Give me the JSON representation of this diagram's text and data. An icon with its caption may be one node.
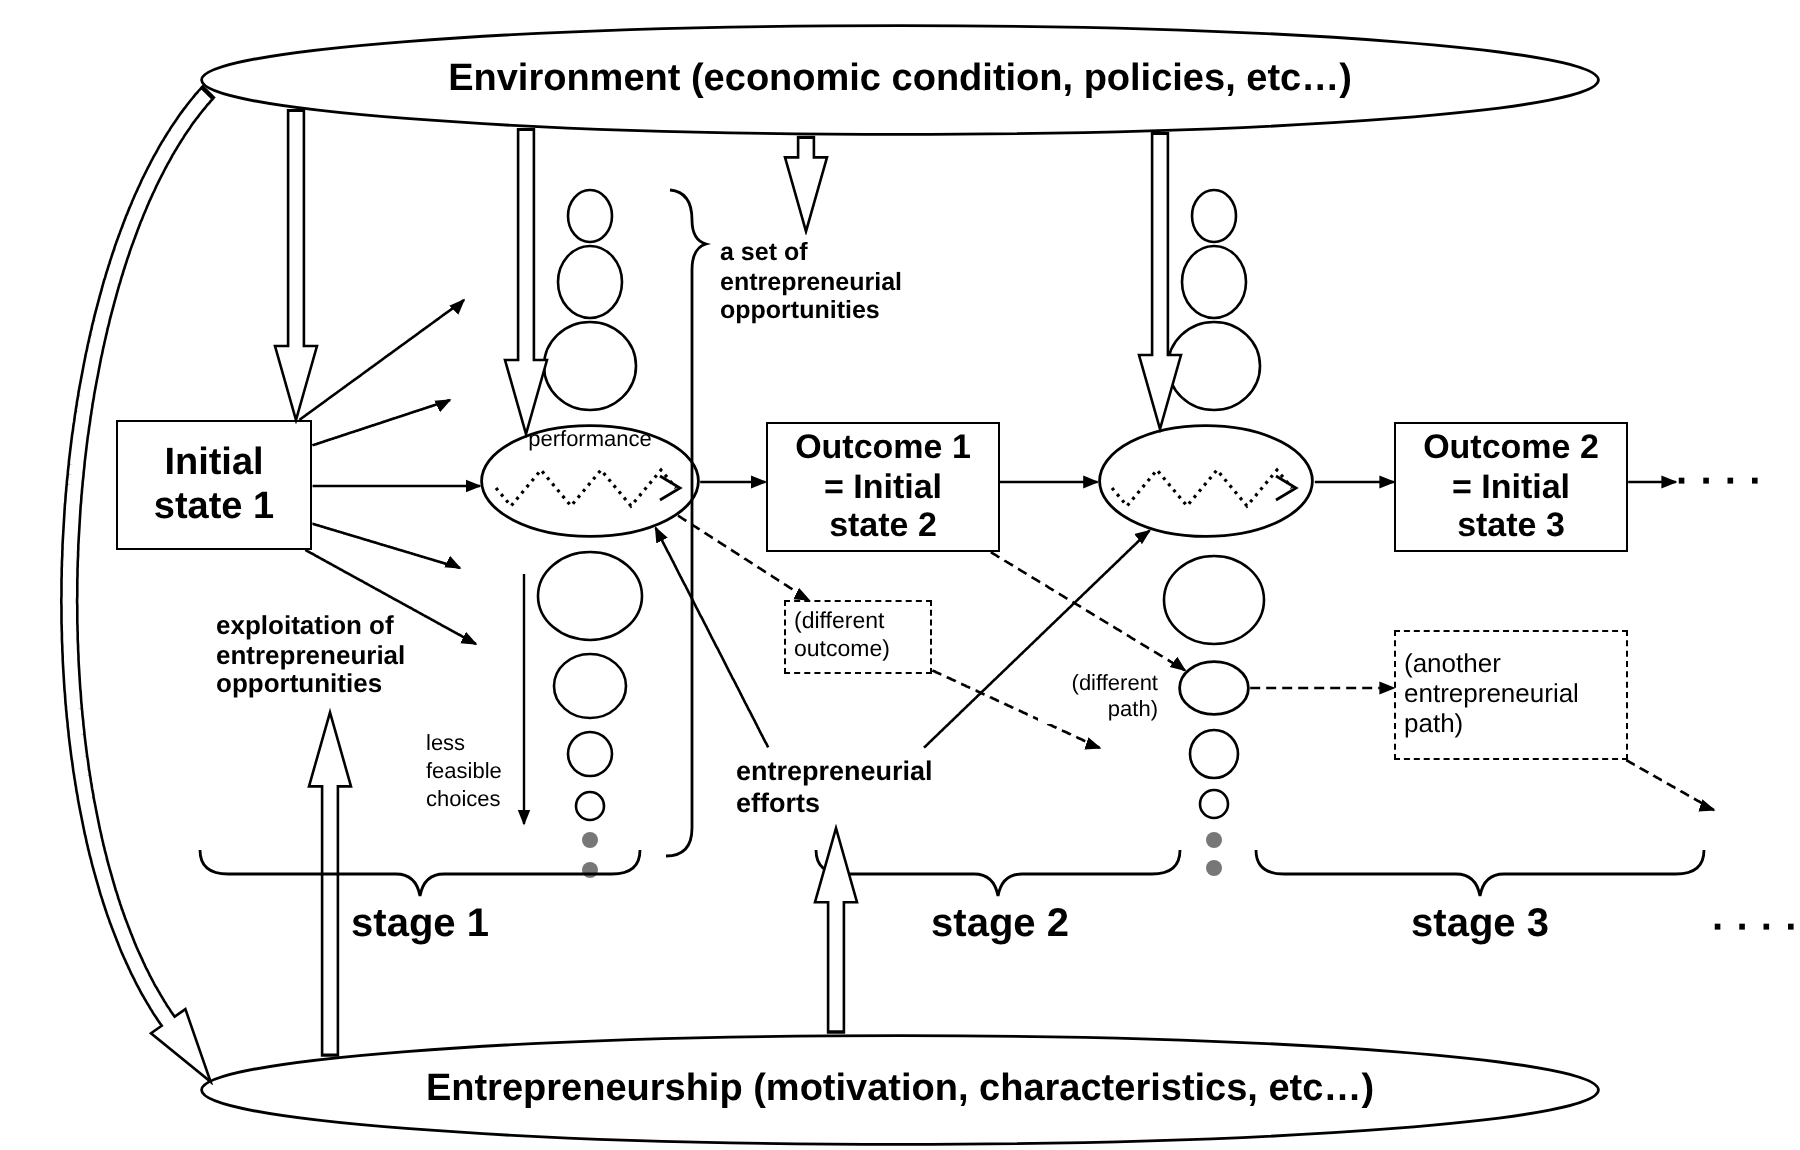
{
  "diagram": {
    "nodes": [
      {
        "text": [
          "Environment (economic condition, policies, etc…)"
        ]
      },
      {
        "text": [
          "Entrepreneurship (motivation, characteristics, etc…)"
        ]
      },
      {
        "text": [
          "Initial state 1"
        ]
      },
      {
        "text": [
          "Outcome 1 = Initial state 2"
        ]
      },
      {
        "text": [
          "Outcome 2 = Initial state 3"
        ]
      },
      {
        "text": [
          "performance"
        ]
      },
      {
        "text": [],
        "shape": "ellipse"
      },
      {
        "text": [
          "(different outcome)"
        ]
      },
      {
        "text": [
          "(another entrepreneurial path)"
        ]
      },
      {
        "text": [
          "entrepreneurial efforts"
        ]
      },
      {
        "text": [
          "exploitation of entrepreneurial opportunities"
        ]
      },
      {
        "text": [],
        "shape": "ellipse"
      },
      {
        "text": [
          "· · · ·"
        ]
      },
      {
        "text": [
          "a set of entrepreneurial opportunities"
        ]
      }
    ],
    "edges": [
      {
        "from": 0,
        "to": 2,
        "arrow": "to",
        "style": "thick"
      },
      {
        "from": 0,
        "to": 5,
        "arrow": "to",
        "style": "thick"
      },
      {
        "from": 0,
        "to": 13,
        "arrow": "to",
        "style": "thick"
      },
      {
        "from": 0,
        "to": 6,
        "arrow": "to",
        "style": "thick"
      },
      {
        "from": 0,
        "to": 1,
        "arrow": "to",
        "style": "thick"
      },
      {
        "from": 1,
        "to": 10,
        "arrow": "to",
        "style": "thick"
      },
      {
        "from": 1,
        "to": 9,
        "arrow": "to",
        "style": "thick"
      },
      {
        "from": 2,
        "to": null,
        "arrow": "to"
      },
      {
        "from": 2,
        "to": null,
        "arrow": "to"
      },
      {
        "from": 2,
        "to": 5,
        "arrow": "to"
      },
      {
        "from": 2,
        "to": null,
        "arrow": "to"
      },
      {
        "from": 2,
        "to": null,
        "arrow": "to"
      },
      {
        "from": 5,
        "to": 3,
        "arrow": "to"
      },
      {
        "from": 3,
        "to": 6,
        "arrow": "to"
      },
      {
        "from": 6,
        "to": 4,
        "arrow": "to"
      },
      {
        "from": 4,
        "to": 12,
        "arrow": "to"
      },
      {
        "from": 9,
        "to": 5,
        "arrow": "to"
      },
      {
        "from": 9,
        "to": 6,
        "arrow": "to"
      },
      {
        "from": 5,
        "to": 7,
        "arrow": "to",
        "style": "dashed"
      },
      {
        "from": 7,
        "to": null,
        "arrow": "to",
        "style": "dashed",
        "label": "(different path)"
      },
      {
        "from": 3,
        "to": 11,
        "arrow": "to",
        "style": "dashed"
      },
      {
        "from": 11,
        "to": 8,
        "arrow": "to",
        "style": "dashed"
      },
      {
        "from": 8,
        "to": null,
        "arrow": "to",
        "style": "dashed"
      }
    ],
    "labels": [
      "less feasible choices",
      "stage 1",
      "stage 2",
      "stage 3",
      "· · · ·"
    ]
  }
}
